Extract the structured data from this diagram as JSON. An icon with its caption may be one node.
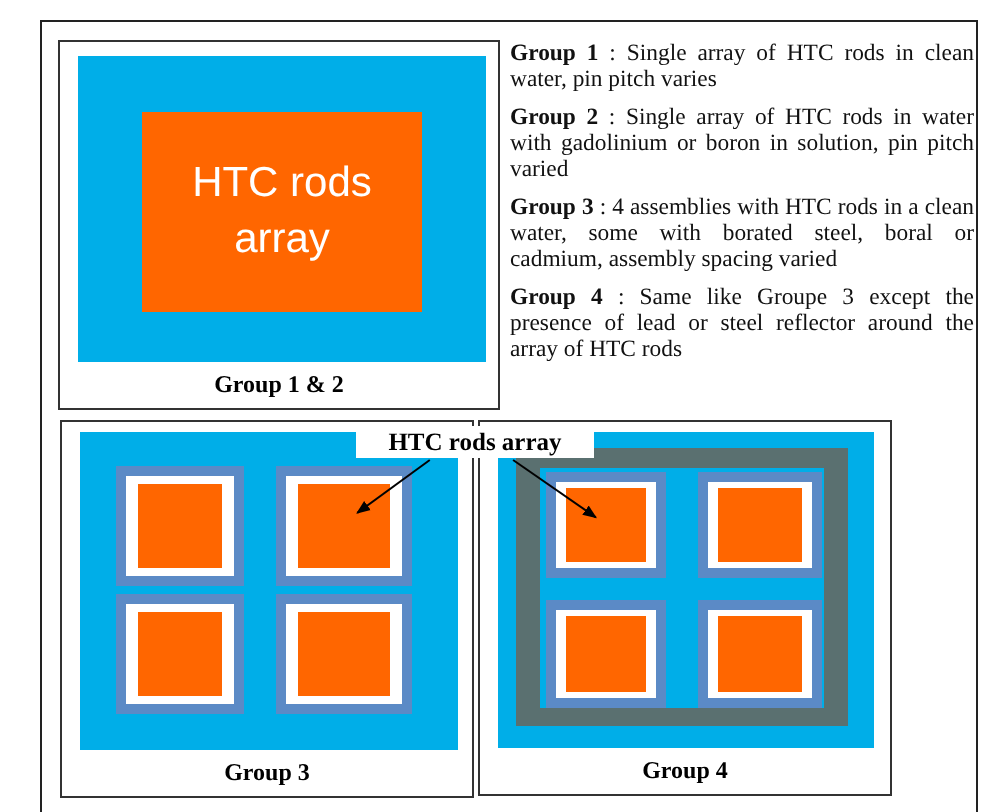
{
  "diagram": {
    "nodes": [
      {
        "text": [
          "Group 1 & 2"
        ]
      },
      {
        "text": [
          "HTC rods array"
        ],
        "in": 0
      },
      {
        "text": [
          "Group 3"
        ]
      },
      {
        "text": [],
        "shape": "box",
        "in": 2
      },
      {
        "text": [],
        "shape": "box",
        "in": 2
      },
      {
        "text": [],
        "shape": "box",
        "in": 2
      },
      {
        "text": [],
        "shape": "box",
        "in": 2
      },
      {
        "text": [
          "Group 4"
        ]
      },
      {
        "text": [],
        "shape": "box",
        "in": 7
      },
      {
        "text": [],
        "shape": "box",
        "in": 7
      },
      {
        "text": [],
        "shape": "box",
        "in": 7
      },
      {
        "text": [],
        "shape": "box",
        "in": 7
      },
      {
        "text": [
          "HTC rods array"
        ]
      }
    ],
    "edges": [
      {
        "from": 12,
        "to": 4,
        "arrow": "to"
      },
      {
        "from": 12,
        "to": 8,
        "arrow": "to"
      }
    ],
    "labels": [
      "**Group 1** : Single array of HTC rods in clean water, pin pitch varies",
      "**Group 2** : Single array of HTC rods in water with gadolinium or boron in solution, pin pitch varied",
      "**Group 3** :  4 assemblies with HTC rods in a clean water, some with borated steel, boral or cadmium, assembly spacing varied",
      "**Group 4** :  Same like Groupe 3 except the presence of lead or steel reflector around the array of HTC rods"
    ]
  }
}
